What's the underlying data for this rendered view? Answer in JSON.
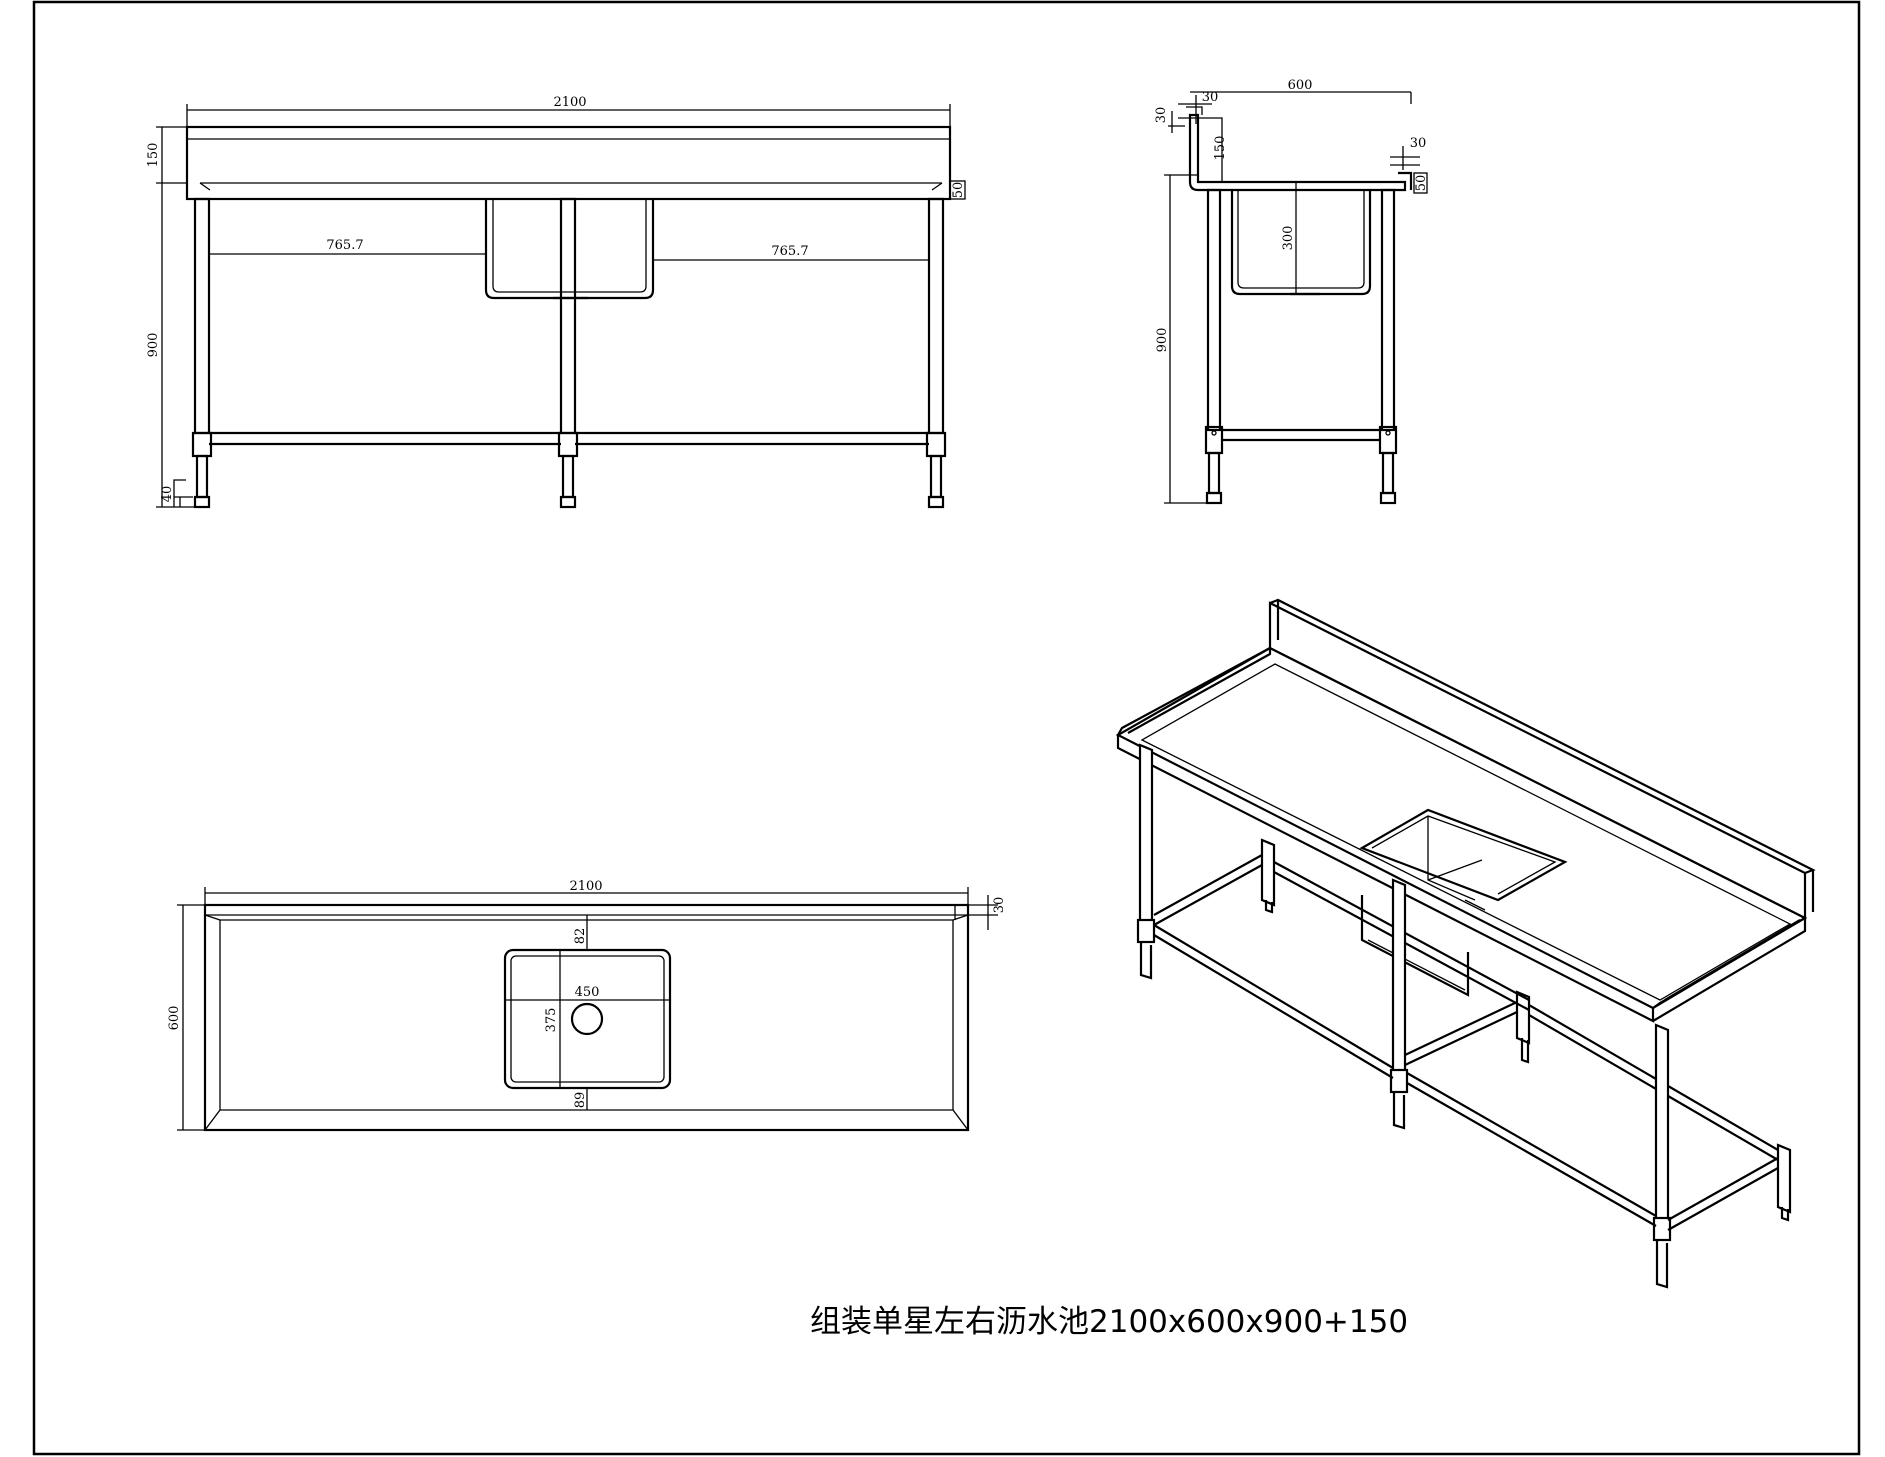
{
  "title": "组装单星左右沥水池2100x600x900+150",
  "front_view": {
    "overall_length": "2100",
    "backsplash_height": "150",
    "leg_height": "900",
    "foot_height": "40",
    "edge_thickness": "50",
    "left_drainboard": "765.7",
    "right_drainboard": "765.7"
  },
  "side_view": {
    "depth": "600",
    "top_flange": "30",
    "back_flange": "30",
    "backsplash_height": "150",
    "front_flange": "30",
    "edge_thickness": "50",
    "bowl_depth": "300",
    "leg_height": "900"
  },
  "top_view": {
    "overall_length": "2100",
    "depth": "600",
    "edge_flange": "30",
    "bowl_back_offset": "82",
    "bowl_width": "450",
    "bowl_length": "375",
    "bowl_front_offset": "89"
  }
}
